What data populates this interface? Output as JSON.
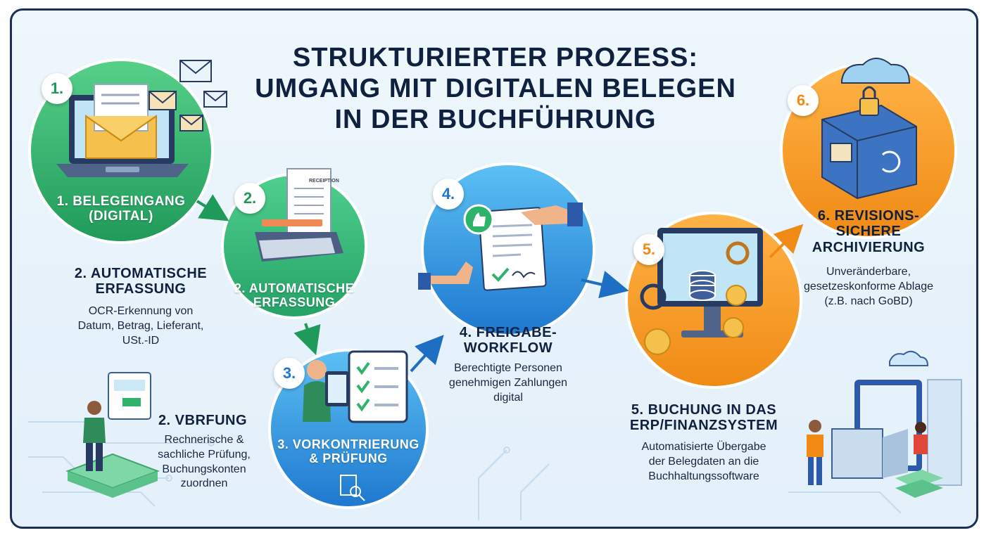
{
  "title": {
    "line1": "STRUKTURIERTER PROZESS:",
    "line2": "UMGANG MIT DIGITALEN BELEGEN",
    "line3": "IN DER BUCHFÜHRUNG"
  },
  "colors": {
    "green": "#2fb36b",
    "blue": "#2d8fd8",
    "orange": "#f5961f",
    "navy": "#10213f"
  },
  "steps": [
    {
      "number": "1.",
      "label_line1": "1. BELEGEINGANG",
      "label_line2": "(DIGITAL)",
      "icon": "laptop-mail-icon"
    },
    {
      "number": "2.",
      "label_line1": "2. AUTOMATISCHE",
      "label_line2": "ERFASSUNG",
      "icon": "scanner-receipt-icon",
      "receipt_text": "RECEIPTION",
      "heading_line1": "2. AUTOMATISCHE",
      "heading_line2": "ERFASSUNG",
      "desc_line1": "OCR-Erkennung von",
      "desc_line2": "Datum, Betrag, Lieferant,",
      "desc_line3": "USt.-ID"
    },
    {
      "number": "3.",
      "label_line1": "3. VORKONTRIERUNG",
      "label_line2": "& PRÜFUNG",
      "icon": "tablet-checklist-icon",
      "heading": "2. VBRFUNG",
      "desc_line1": "Rechnerische &",
      "desc_line2": "sachliche Prüfung,",
      "desc_line3": "Buchungskonten",
      "desc_line4": "zuordnen"
    },
    {
      "number": "4.",
      "heading_line1": "4. FREIGABE-",
      "heading_line2": "WORKFLOW",
      "icon": "approval-handshake-icon",
      "desc_line1": "Berechtigte Personen",
      "desc_line2": "genehmigen Zahlungen",
      "desc_line3": "digital"
    },
    {
      "number": "5.",
      "heading_line1": "5. BUCHUNG IN DAS",
      "heading_line2": "ERP/FINANZSYSTEM",
      "icon": "monitor-database-icon",
      "desc_line1": "Automatisierte Übergabe",
      "desc_line2": "der Belegdaten an die",
      "desc_line3": "Buchhaltungssoftware"
    },
    {
      "number": "6.",
      "heading_line1": "6. REVISIONS-",
      "heading_line2": "SICHERE",
      "heading_line3": "ARCHIVIERUNG",
      "icon": "cloud-lock-archive-icon",
      "desc_line1": "Unveränderbare,",
      "desc_line2": "gesetzeskonforme Ablage",
      "desc_line3": "(z.B. nach GoBD)"
    }
  ]
}
